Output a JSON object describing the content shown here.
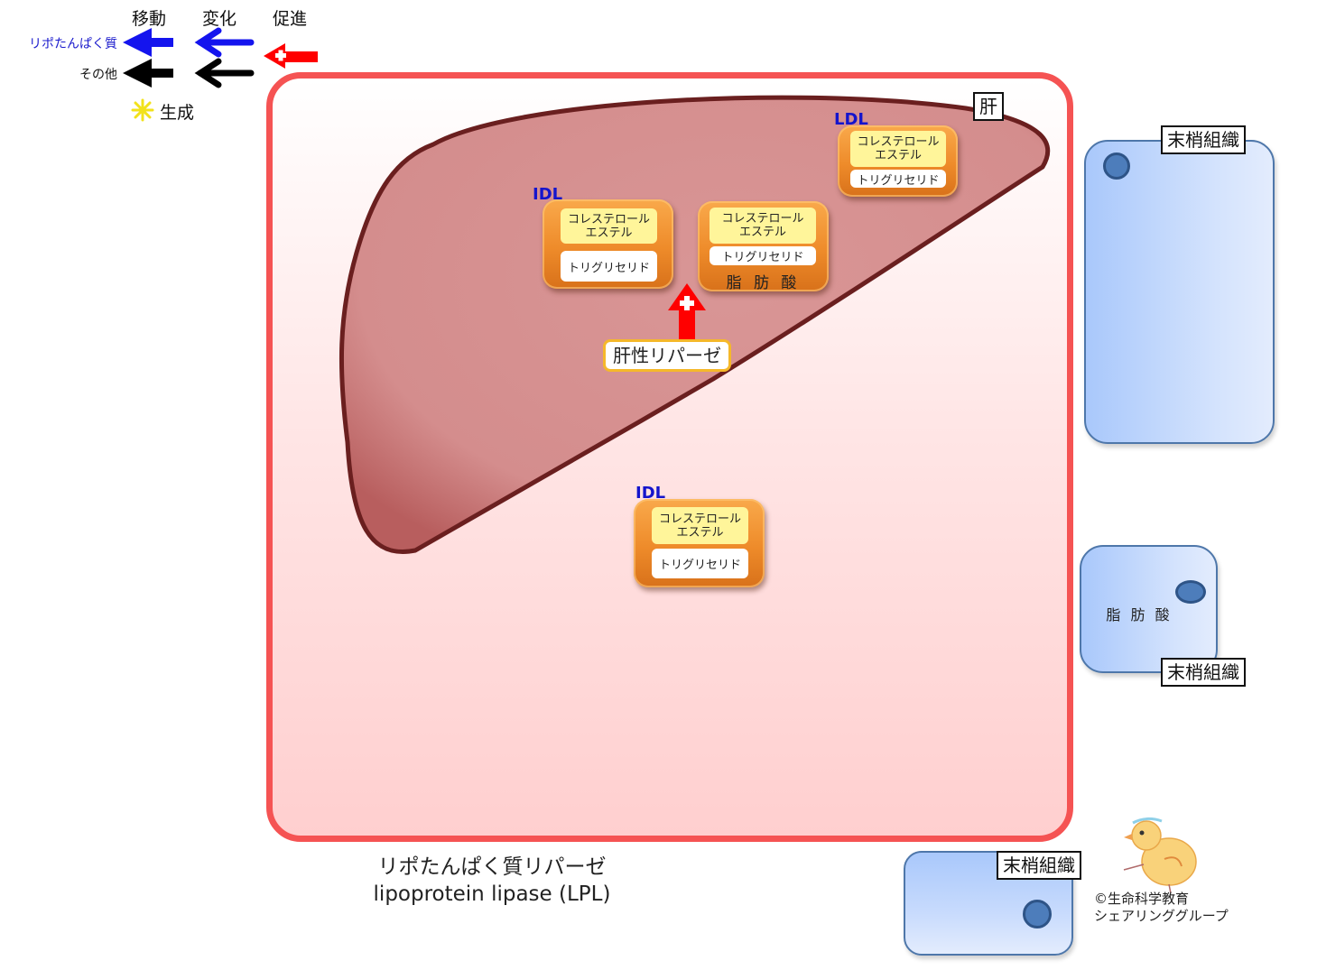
{
  "legend": {
    "headers": {
      "move": "移動",
      "change": "変化",
      "promote": "促進"
    },
    "rows": [
      {
        "label": "リポたんぱく質",
        "color": "#1414ee"
      },
      {
        "label": "その他",
        "color": "#000000"
      }
    ],
    "generation_label": "生成",
    "promote_color": "#ff0000"
  },
  "liver": {
    "label": "肝"
  },
  "lipoproteins": [
    {
      "name": "LDL",
      "ce_line1": "コレステロール",
      "ce_line2": "エステル",
      "tg": "トリグリセリド"
    },
    {
      "name": "IDL",
      "ce_line1": "コレステロール",
      "ce_line2": "エステル",
      "tg": "トリグリセリド"
    },
    {
      "name": "",
      "ce_line1": "コレステロール",
      "ce_line2": "エステル",
      "tg": "トリグリセリド",
      "ffa": "脂 肪 酸"
    },
    {
      "name": "IDL",
      "ce_line1": "コレステロール",
      "ce_line2": "エステル",
      "tg": "トリグリセリド"
    }
  ],
  "hepatic_lipase": {
    "label": "肝性リパーゼ"
  },
  "tissues": [
    {
      "label": "末梢組織"
    },
    {
      "label": "末梢組織",
      "content": "脂 肪 酸"
    },
    {
      "label": "末梢組織"
    }
  ],
  "caption": {
    "line1": "リポたんぱく質リパーゼ",
    "line2": "lipoprotein lipase (LPL)"
  },
  "credit": {
    "line1": "©生命科学教育",
    "line2": "シェアリンググループ"
  },
  "colors": {
    "plasma_border": "#f55353",
    "liver_fill": "#d69090",
    "liver_border": "#6a1f1f",
    "lipo_orange": "#ee8b2a",
    "ce_yellow": "#fff59a",
    "tissue_blue": "#a9c8fb",
    "lipo_name_blue": "#1414cc"
  }
}
